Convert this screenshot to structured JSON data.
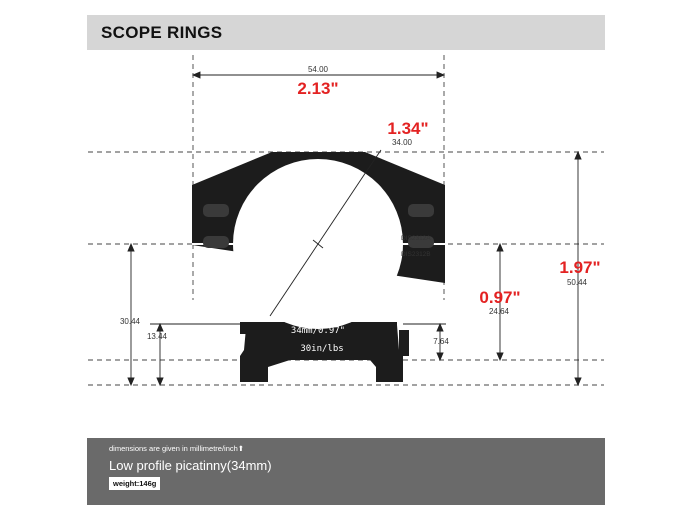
{
  "header": {
    "title": "SCOPE RINGS"
  },
  "dimensions": {
    "width_mm": "54.00",
    "width_in": "2.13\"",
    "bore_in": "1.34\"",
    "bore_mm": "34.00",
    "total_height_in": "1.97\"",
    "total_height_mm": "50.44",
    "center_height_in": "0.97\"",
    "center_height_mm": "24.64",
    "base_to_center_mm": "30.44",
    "rail_height_mm": "13.44",
    "clamp_height_mm": "7.64"
  },
  "engravings": {
    "part_a": "DIS2312A",
    "part_b": "DIS2312B",
    "size": "34mm/0.97\"",
    "torque": "30in/lbs"
  },
  "footer": {
    "note": "dimensions are given in millimetre/inch⬆",
    "product": "Low profile picatinny(34mm)",
    "weight": "weight:146g"
  },
  "colors": {
    "accent": "#e32222",
    "ring_body": "#1c1c1c",
    "header_bg": "#d6d6d6",
    "footer_bg": "#6a6a6a"
  }
}
